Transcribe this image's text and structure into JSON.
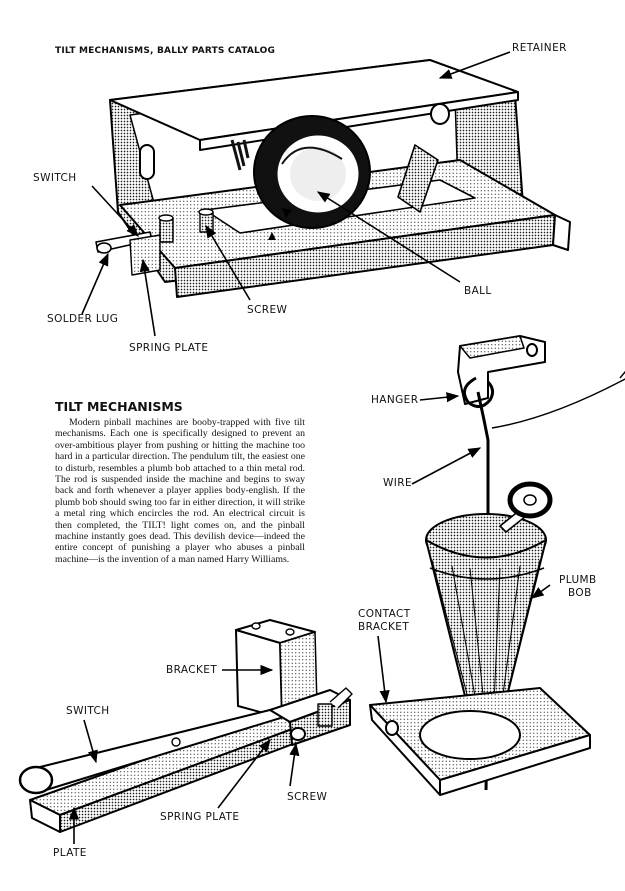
{
  "header": "TILT MECHANISMS, BALLY PARTS CATALOG",
  "labels": {
    "retainer": "RETAINER",
    "switch_top": "SWITCH",
    "ball": "BALL",
    "screw_top": "SCREW",
    "solder_lug": "SOLDER LUG",
    "spring_plate_top": "SPRING PLATE",
    "hanger": "HANGER",
    "wire": "WIRE",
    "plumb": "PLUMB",
    "bob": "BOB",
    "contact": "CONTACT",
    "bracket_contact": "BRACKET",
    "bracket": "BRACKET",
    "switch_bottom": "SWITCH",
    "screw_bottom": "SCREW",
    "spring_plate_bottom": "SPRING PLATE",
    "plate": "PLATE"
  },
  "article": {
    "title": "TILT MECHANISMS",
    "body": "Modern pinball machines are booby-trapped with five tilt mechanisms. Each one is specifically designed to prevent an over-ambitious player from pushing or hitting the machine too hard in a particular direction. The pendulum tilt, the easiest one to disturb, resembles a plumb bob attached to a thin metal rod. The rod is suspended inside the machine and begins to sway back and forth whenever a player applies body-english. If the plumb bob should swing too far in either direction, it will strike a metal ring which encircles the rod. An electrical circuit is then completed, the TILT! light comes on, and the pinball machine instantly goes dead. This devilish device—indeed the entire concept of punishing a player who abuses a pinball machine—is the invention of a man named Harry Williams."
  }
}
